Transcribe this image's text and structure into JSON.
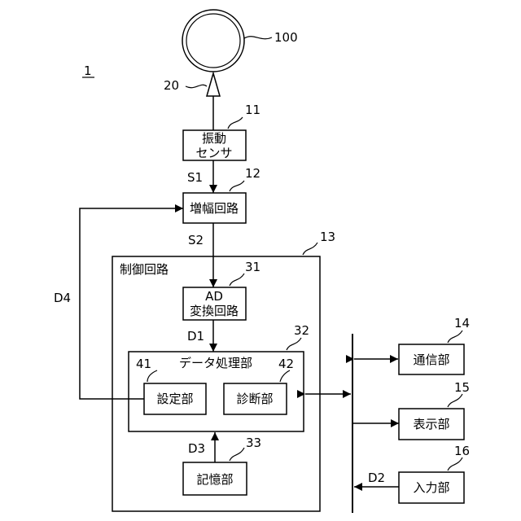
{
  "figure": {
    "system_number": "1",
    "target": {
      "ref": "100"
    },
    "probe": {
      "ref": "20"
    },
    "vibration_sensor": {
      "ref": "11",
      "line1": "振動",
      "line2": "センサ"
    },
    "amplifier": {
      "ref": "12",
      "label": "増幅回路"
    },
    "control_circuit": {
      "ref": "13",
      "label": "制御回路"
    },
    "ad_converter": {
      "ref": "31",
      "line1": "AD",
      "line2": "変換回路"
    },
    "data_processor": {
      "ref": "32",
      "label": "データ処理部"
    },
    "storage": {
      "ref": "33",
      "label": "記憶部"
    },
    "setting_unit": {
      "ref": "41",
      "label": "設定部"
    },
    "diagnosis_unit": {
      "ref": "42",
      "label": "診断部"
    },
    "communication_unit": {
      "ref": "14",
      "label": "通信部"
    },
    "display_unit": {
      "ref": "15",
      "label": "表示部"
    },
    "input_unit": {
      "ref": "16",
      "label": "入力部"
    },
    "signals": {
      "s1": "S1",
      "s2": "S2",
      "d1": "D1",
      "d2": "D2",
      "d3": "D3",
      "d4": "D4"
    }
  }
}
